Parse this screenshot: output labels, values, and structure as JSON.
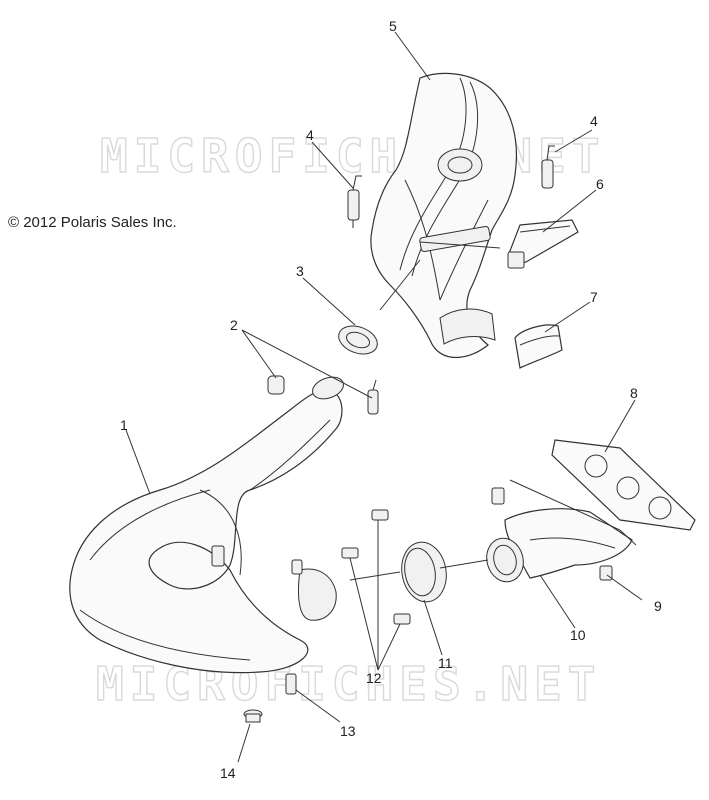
{
  "copyright": "© 2012 Polaris Sales Inc.",
  "watermark": "MICROFICHES.NET",
  "callouts": {
    "c1": "1",
    "c2": "2",
    "c3": "3",
    "c4a": "4",
    "c4b": "4",
    "c5": "5",
    "c6": "6",
    "c7": "7",
    "c8": "8",
    "c9": "9",
    "c10": "10",
    "c11": "11",
    "c12": "12",
    "c13": "13",
    "c14": "14"
  }
}
